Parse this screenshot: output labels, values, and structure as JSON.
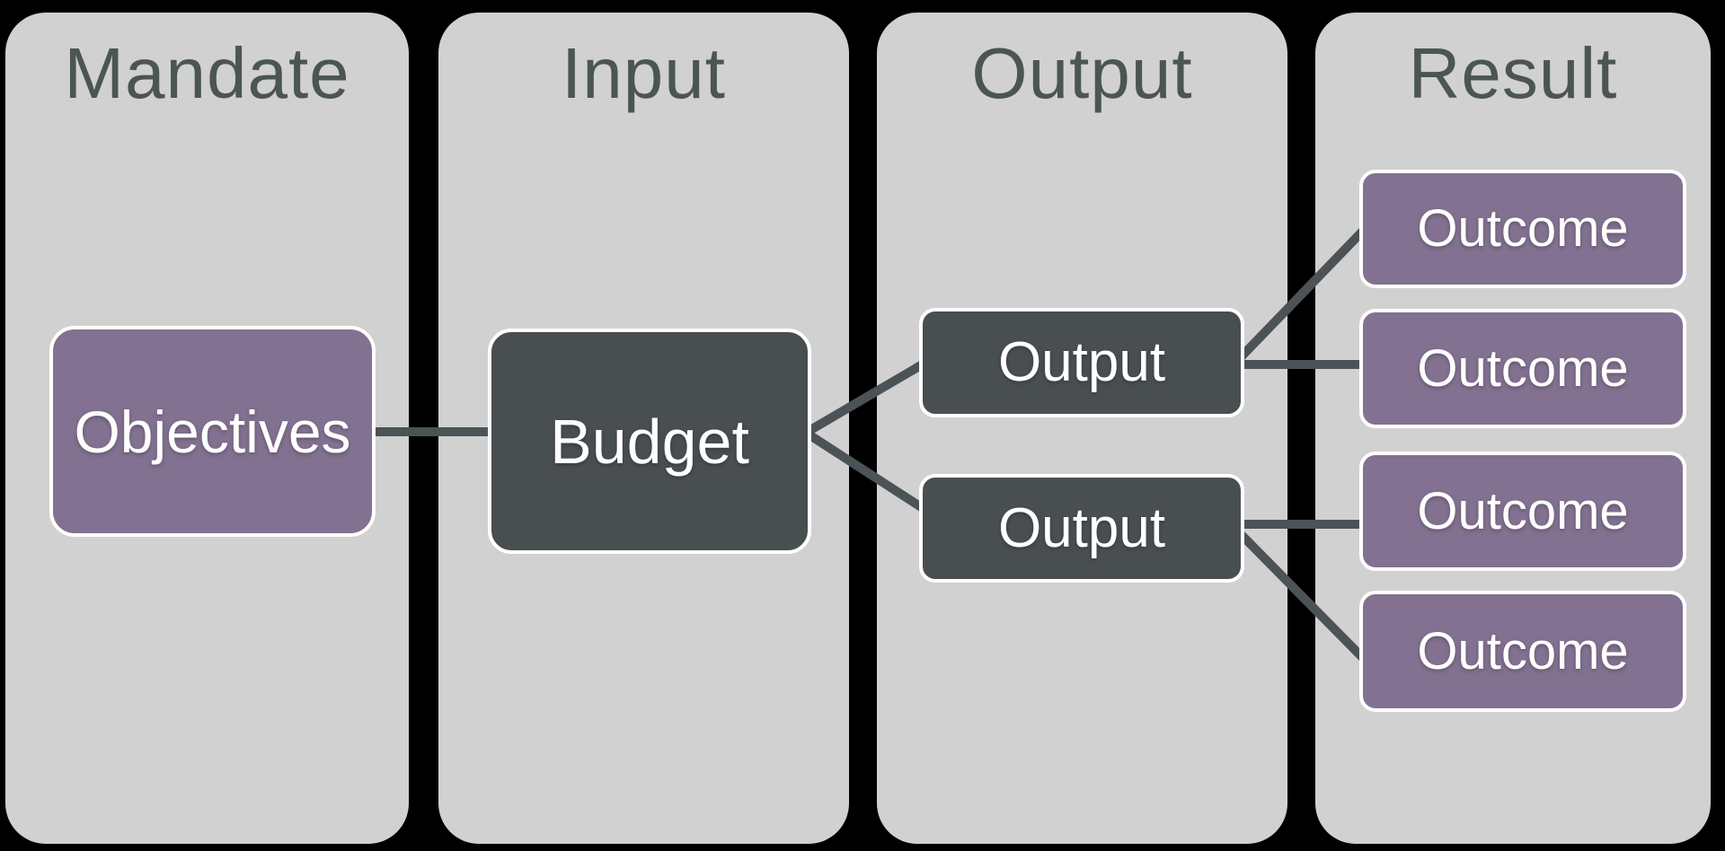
{
  "colors": {
    "background": "#000000",
    "column_bg": "#d1d1d1",
    "header_text": "#4b5553",
    "accent_purple": "#827190",
    "dark_slate": "#494e51",
    "connector": "#4c5356",
    "box_border": "#ffffff",
    "box_text": "#ffffff"
  },
  "columns": {
    "mandate": {
      "label": "Mandate"
    },
    "input": {
      "label": "Input"
    },
    "output": {
      "label": "Output"
    },
    "result": {
      "label": "Result"
    }
  },
  "nodes": {
    "objectives": {
      "label": "Objectives"
    },
    "budget": {
      "label": "Budget"
    },
    "output1": {
      "label": "Output"
    },
    "output2": {
      "label": "Output"
    },
    "outcome1": {
      "label": "Outcome"
    },
    "outcome2": {
      "label": "Outcome"
    },
    "outcome3": {
      "label": "Outcome"
    },
    "outcome4": {
      "label": "Outcome"
    }
  }
}
